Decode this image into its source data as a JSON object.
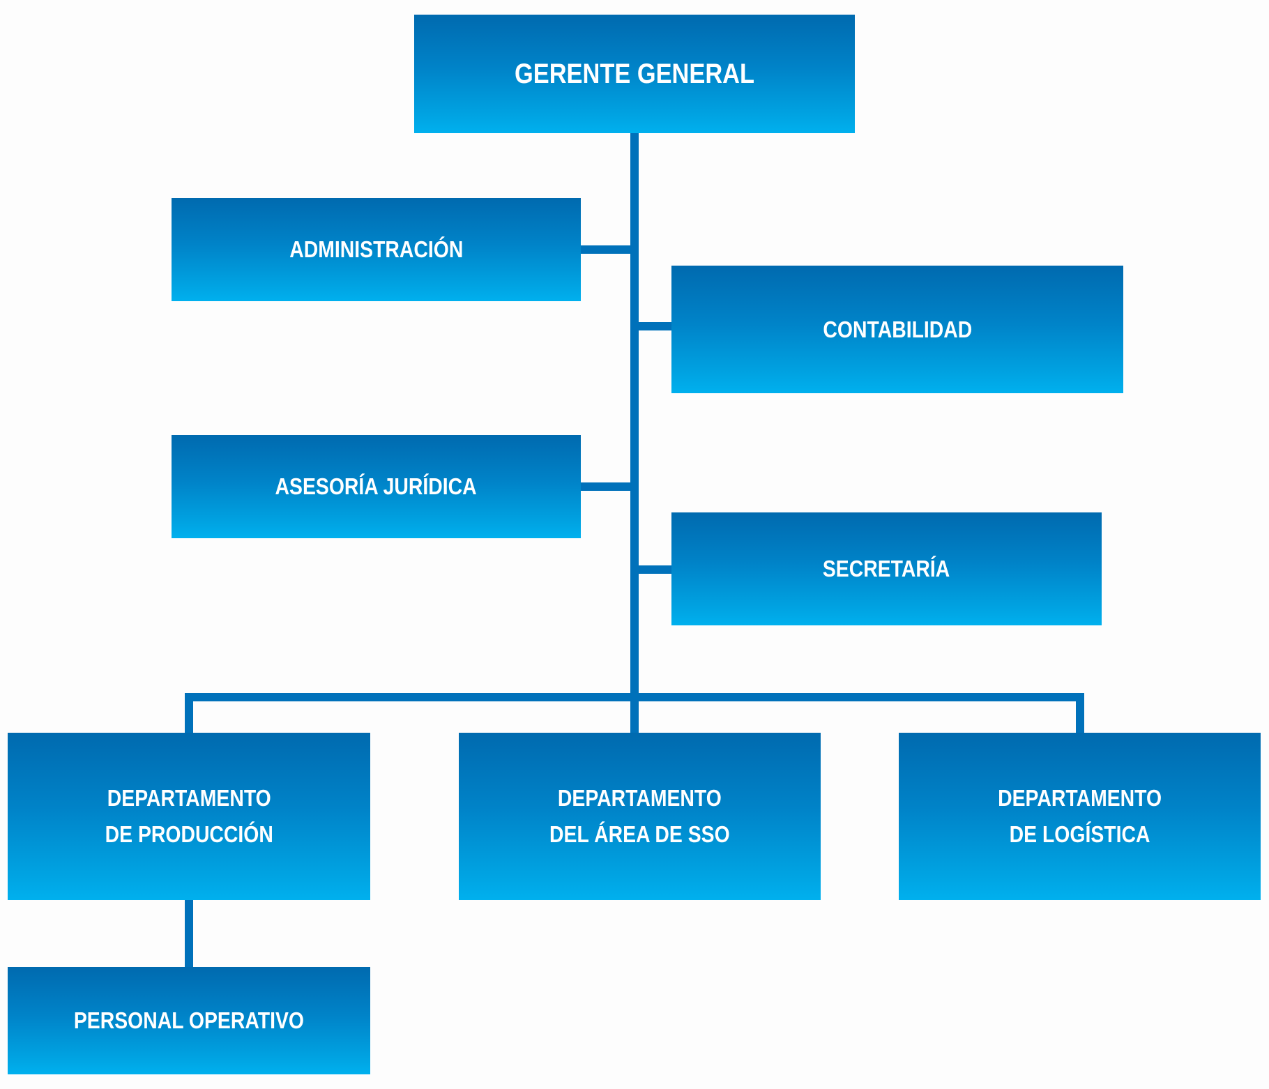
{
  "chart": {
    "title": "Organigrama",
    "colors": {
      "box_top": "#006aaf",
      "box_bottom": "#00b0ee",
      "connector": "#0071ba",
      "text": "#ffffff",
      "background": "#fdfdfd"
    },
    "nodes": {
      "gerente": {
        "lines": [
          "GERENTE GENERAL"
        ],
        "level": 0
      },
      "administracion": {
        "lines": [
          "ADMINISTRACIÓN"
        ],
        "level": 1,
        "parent": "gerente"
      },
      "contabilidad": {
        "lines": [
          "CONTABILIDAD"
        ],
        "level": 1,
        "parent": "gerente"
      },
      "asesoria": {
        "lines": [
          "ASESORÍA JURÍDICA"
        ],
        "level": 1,
        "parent": "gerente"
      },
      "secretaria": {
        "lines": [
          "SECRETARÍA"
        ],
        "level": 1,
        "parent": "gerente"
      },
      "produccion": {
        "lines": [
          "DEPARTAMENTO",
          "DE PRODUCCIÓN"
        ],
        "level": 2,
        "parent": "gerente"
      },
      "sso": {
        "lines": [
          "DEPARTAMENTO",
          "DEL ÁREA DE SSO"
        ],
        "level": 2,
        "parent": "gerente"
      },
      "logistica": {
        "lines": [
          "DEPARTAMENTO",
          "DE LOGÍSTICA"
        ],
        "level": 2,
        "parent": "gerente"
      },
      "personal": {
        "lines": [
          "PERSONAL OPERATIVO"
        ],
        "level": 3,
        "parent": "produccion"
      }
    },
    "edges": [
      [
        "gerente",
        "administracion"
      ],
      [
        "gerente",
        "contabilidad"
      ],
      [
        "gerente",
        "asesoria"
      ],
      [
        "gerente",
        "secretaria"
      ],
      [
        "gerente",
        "produccion"
      ],
      [
        "gerente",
        "sso"
      ],
      [
        "gerente",
        "logistica"
      ],
      [
        "produccion",
        "personal"
      ]
    ]
  }
}
